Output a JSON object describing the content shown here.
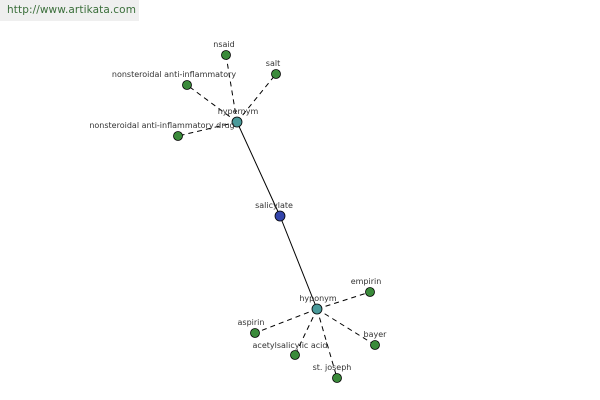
{
  "header": {
    "url": "http://www.artikata.com"
  },
  "colors": {
    "center": "#3344aa",
    "hub": "#4a9a9a",
    "leaf": "#3a8a3a"
  },
  "graph": {
    "nodes": [
      {
        "id": "salicylate",
        "label": "salicylate",
        "kind": "center"
      },
      {
        "id": "hypernym",
        "label": "hypernym",
        "kind": "hub"
      },
      {
        "id": "hyponym",
        "label": "hyponym",
        "kind": "hub"
      },
      {
        "id": "nsaid",
        "label": "nsaid",
        "kind": "leaf"
      },
      {
        "id": "salt",
        "label": "salt",
        "kind": "leaf"
      },
      {
        "id": "nonsteroidal-anti-inflammatory",
        "label": "nonsteroidal anti-inflammatory",
        "kind": "leaf"
      },
      {
        "id": "nonsteroidal-anti-inflammatory-drug",
        "label": "nonsteroidal anti-inflammatory drug",
        "kind": "leaf"
      },
      {
        "id": "empirin",
        "label": "empirin",
        "kind": "leaf"
      },
      {
        "id": "aspirin",
        "label": "aspirin",
        "kind": "leaf"
      },
      {
        "id": "bayer",
        "label": "bayer",
        "kind": "leaf"
      },
      {
        "id": "acetylsalicylic-acid",
        "label": "acetylsalicylic acid",
        "kind": "leaf"
      },
      {
        "id": "st-joseph",
        "label": "st. joseph",
        "kind": "leaf"
      }
    ],
    "edges": [
      {
        "from": "salicylate",
        "to": "hypernym",
        "style": "solid"
      },
      {
        "from": "salicylate",
        "to": "hyponym",
        "style": "solid"
      },
      {
        "from": "hypernym",
        "to": "nsaid",
        "style": "dashed"
      },
      {
        "from": "hypernym",
        "to": "salt",
        "style": "dashed"
      },
      {
        "from": "hypernym",
        "to": "nonsteroidal-anti-inflammatory",
        "style": "dashed"
      },
      {
        "from": "hypernym",
        "to": "nonsteroidal-anti-inflammatory-drug",
        "style": "dashed"
      },
      {
        "from": "hyponym",
        "to": "empirin",
        "style": "dashed"
      },
      {
        "from": "hyponym",
        "to": "aspirin",
        "style": "dashed"
      },
      {
        "from": "hyponym",
        "to": "bayer",
        "style": "dashed"
      },
      {
        "from": "hyponym",
        "to": "acetylsalicylic-acid",
        "style": "dashed"
      },
      {
        "from": "hyponym",
        "to": "st-joseph",
        "style": "dashed"
      }
    ]
  }
}
